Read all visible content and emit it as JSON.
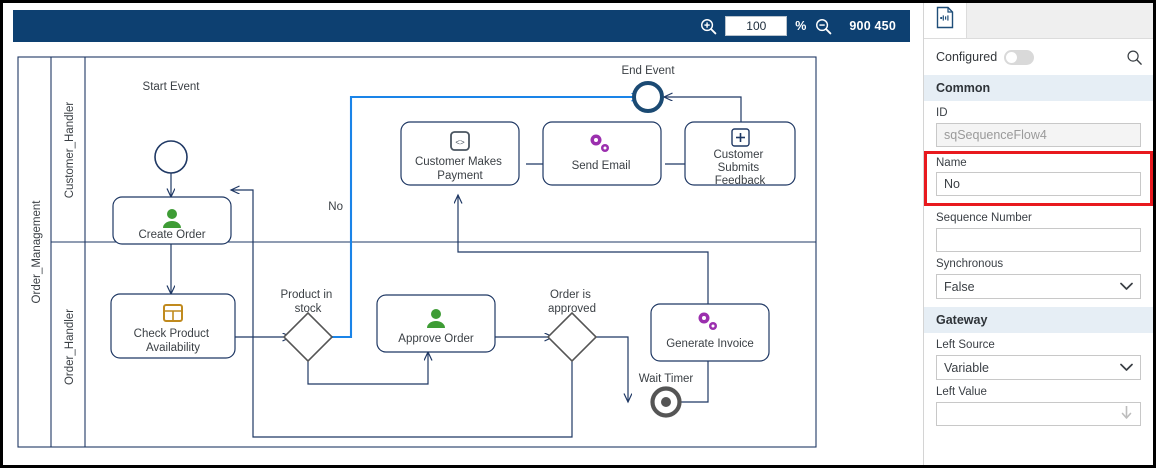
{
  "toolbar": {
    "zoom_in_icon": "zoom-in-icon",
    "zoom_value": "100",
    "percent_symbol": "%",
    "zoom_out_icon": "zoom-out-icon",
    "canvas_dimensions": "900 450"
  },
  "diagram": {
    "type": "bpmn",
    "pool": {
      "label": "Order_Management"
    },
    "lanes": [
      {
        "label": "Customer_Handler"
      },
      {
        "label": "Order_Handler"
      }
    ],
    "nodes": [
      {
        "id": "start",
        "label": "Start Event",
        "kind": "start-event",
        "label_position": "above"
      },
      {
        "id": "create",
        "label": "Create Order",
        "kind": "user-task",
        "icon": "person-icon",
        "icon_color": "#3e9c35"
      },
      {
        "id": "check",
        "label": "Check Product Availability",
        "kind": "service-task",
        "icon": "table-icon",
        "icon_color": "#c08a1e"
      },
      {
        "id": "gw1",
        "label": "Product in stock",
        "kind": "exclusive-gateway",
        "label_position": "above"
      },
      {
        "id": "approve",
        "label": "Approve Order",
        "kind": "user-task",
        "icon": "person-icon",
        "icon_color": "#3e9c35"
      },
      {
        "id": "gw2",
        "label": "Order is approved",
        "kind": "exclusive-gateway",
        "label_position": "above"
      },
      {
        "id": "timer",
        "label": "Wait Timer",
        "kind": "timer-event",
        "label_position": "above"
      },
      {
        "id": "invoice",
        "label": "Generate Invoice",
        "kind": "script-task",
        "icon": "gears-icon",
        "icon_color": "#9b2fae"
      },
      {
        "id": "payment",
        "label": "Customer Makes Payment",
        "kind": "receive-task",
        "icon": "document-code-icon",
        "icon_color": "#4a5560"
      },
      {
        "id": "email",
        "label": "Send Email",
        "kind": "script-task",
        "icon": "gears-icon",
        "icon_color": "#9b2fae"
      },
      {
        "id": "feedback",
        "label": "Customer Submits Feedback",
        "kind": "plus-task",
        "icon": "plus-icon",
        "icon_color": "#1f3864"
      },
      {
        "id": "end",
        "label": "End Event",
        "kind": "end-event",
        "label_position": "above"
      }
    ],
    "flows": [
      {
        "from": "start",
        "to": "create",
        "label": "",
        "selected": false
      },
      {
        "from": "create",
        "to": "check",
        "label": "",
        "selected": false
      },
      {
        "from": "check",
        "to": "gw1",
        "label": "",
        "selected": false
      },
      {
        "from": "gw1",
        "to": "end",
        "label": "No",
        "selected": true
      },
      {
        "from": "gw1",
        "to": "approve",
        "label": "",
        "selected": false
      },
      {
        "from": "approve",
        "to": "gw2",
        "label": "",
        "selected": false
      },
      {
        "from": "gw2",
        "to": "timer",
        "label": "",
        "selected": false
      },
      {
        "from": "timer",
        "to": "invoice",
        "label": "",
        "selected": false
      },
      {
        "from": "gw2",
        "to": "create",
        "label": "",
        "selected": false
      },
      {
        "from": "invoice",
        "to": "payment",
        "label": "",
        "selected": false
      },
      {
        "from": "payment",
        "to": "email",
        "label": "",
        "selected": false
      },
      {
        "from": "email",
        "to": "feedback",
        "label": "",
        "selected": false
      },
      {
        "from": "feedback",
        "to": "end",
        "label": "",
        "selected": false
      }
    ],
    "edge_labels": {
      "no": "No"
    },
    "colors": {
      "stroke": "#1f3864",
      "selected": "#1a84e8",
      "gateway": "#555555",
      "timer": "#555555"
    }
  },
  "panel": {
    "tab_icon": "sequence-flow-document-icon",
    "configured_label": "Configured",
    "configured_value": false,
    "search_icon": "search-icon",
    "sections": [
      {
        "title": "Common",
        "fields": [
          {
            "label": "ID",
            "value": "sqSequenceFlow4",
            "control": "text",
            "readonly": true,
            "highlighted": false
          },
          {
            "label": "Name",
            "value": "No",
            "control": "text",
            "readonly": false,
            "highlighted": true
          },
          {
            "label": "Sequence Number",
            "value": "",
            "control": "text",
            "readonly": false,
            "highlighted": false
          },
          {
            "label": "Synchronous",
            "value": "False",
            "control": "select",
            "readonly": false,
            "highlighted": false
          }
        ]
      },
      {
        "title": "Gateway",
        "fields": [
          {
            "label": "Left Source",
            "value": "Variable",
            "control": "select",
            "readonly": false,
            "highlighted": false
          },
          {
            "label": "Left Value",
            "value": "",
            "control": "dropzone",
            "readonly": false,
            "highlighted": false
          }
        ]
      }
    ]
  }
}
